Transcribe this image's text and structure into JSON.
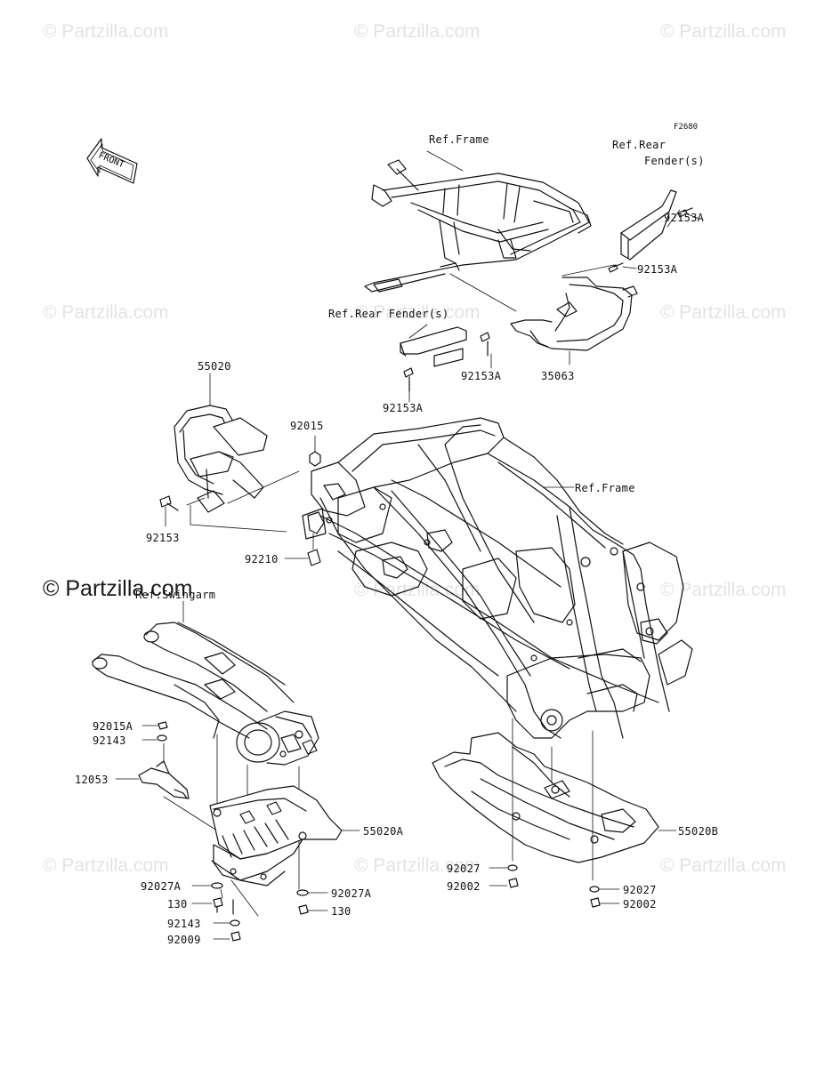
{
  "watermark": "© Partzilla.com",
  "watermark_bold": "© Partzilla.com",
  "diagram_code": "F2680",
  "front_label": "FRONT",
  "labels": {
    "ref_frame_top": "Ref.Frame",
    "ref_rear_fender_top_1": "Ref.Rear",
    "ref_rear_fender_top_2": "Fender(s)",
    "p92153A_a": "92153A",
    "p92153A_b": "92153A",
    "ref_rear_fender_mid": "Ref.Rear Fender(s)",
    "p92153A_c": "92153A",
    "p35063": "35063",
    "p92153A_d": "92153A",
    "p55020": "55020",
    "p92015": "92015",
    "ref_frame_main": "Ref.Frame",
    "p92153": "92153",
    "p92210": "92210",
    "ref_swingarm": "Ref.Swingarm",
    "p92015A": "92015A",
    "p92143_a": "92143",
    "p12053": "12053",
    "p55020A": "55020A",
    "p92027A_a": "92027A",
    "p130_a": "130",
    "p92143_b": "92143",
    "p92009": "92009",
    "p92027A_b": "92027A",
    "p130_b": "130",
    "p55020B": "55020B",
    "p92027_a": "92027",
    "p92002_a": "92002",
    "p92027_b": "92027",
    "p92002_b": "92002"
  }
}
